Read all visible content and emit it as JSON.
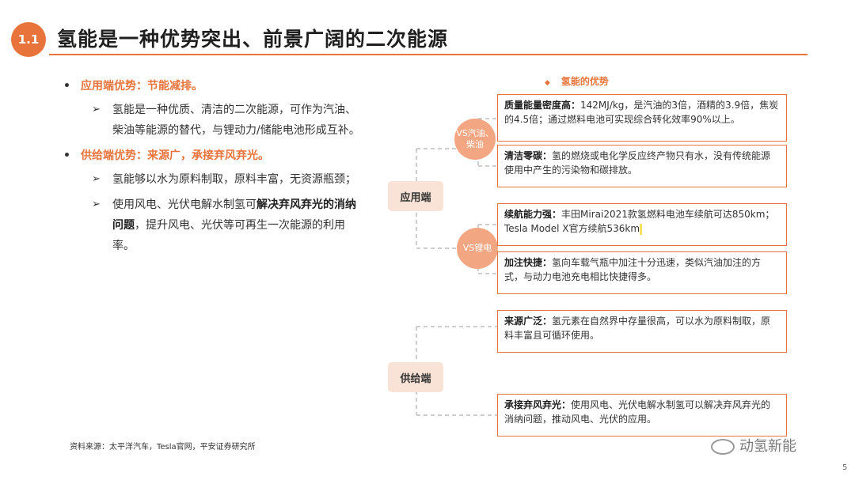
{
  "header": {
    "badge": "1.1",
    "title": "氢能是一种优势突出、前景广阔的二次能源"
  },
  "left": {
    "b1": "应用端优势：节能减排。",
    "b1_sub": "氢能是一种优质、清洁的二次能源，可作为汽油、柴油等能源的替代，与锂动力/储能电池形成互补。",
    "b2": "供给端优势：来源广，承接弃风弃光。",
    "b2_sub1": "氢能够以水为原料制取，原料丰富，无资源瓶颈；",
    "b2_sub2_pre": "使用风电、光伏电解水制氢可",
    "b2_sub2_bold": "解决弃风弃光的消纳问题",
    "b2_sub2_post": "，提升风电、光伏等可再生一次能源的利用率。",
    "arrow": "➢"
  },
  "source": "资料来源：太平洋汽车，Tesla官网，平安证券研究所",
  "diagram": {
    "heading": "氢能的优势",
    "diamond": "◆",
    "app_label": "应用端",
    "supply_label": "供给端",
    "vs_fuel": "VS汽油、柴油",
    "vs_li": "VS锂电",
    "box1_bold": "质量能量密度高：",
    "box1_text": "142MJ/kg，是汽油的3倍，酒精的3.9倍，焦炭的4.5倍；通过燃料电池可实现综合转化效率90%以上。",
    "box2_bold": "清洁零碳：",
    "box2_text": "氢的燃烧或电化学反应终产物只有水，没有传统能源使用中产生的污染物和碳排放。",
    "box3_bold": "续航能力强：",
    "box3_text": "丰田Mirai2021款氢燃料电池车续航可达850km；Tesla Model X官方续航536km",
    "box4_bold": "加注快捷：",
    "box4_text": "氢向车载气瓶中加注十分迅速，类似汽油加注的方式，与动力电池充电相比快捷得多。",
    "box5_bold": "来源广泛：",
    "box5_text": "氢元素在自然界中存量很高，可以水为原料制取，原料丰富且可循环使用。",
    "box6_bold": "承接弃风弃光：",
    "box6_text": "使用风电、光伏电解水制氢可以解决弃风弃光的消纳问题，推动风电、光伏的应用。"
  },
  "watermark": "动氢新能",
  "page_number": "5",
  "colors": {
    "accent": "#e8743b",
    "pill": "#f9e3d6",
    "circle": "#f3a682"
  }
}
